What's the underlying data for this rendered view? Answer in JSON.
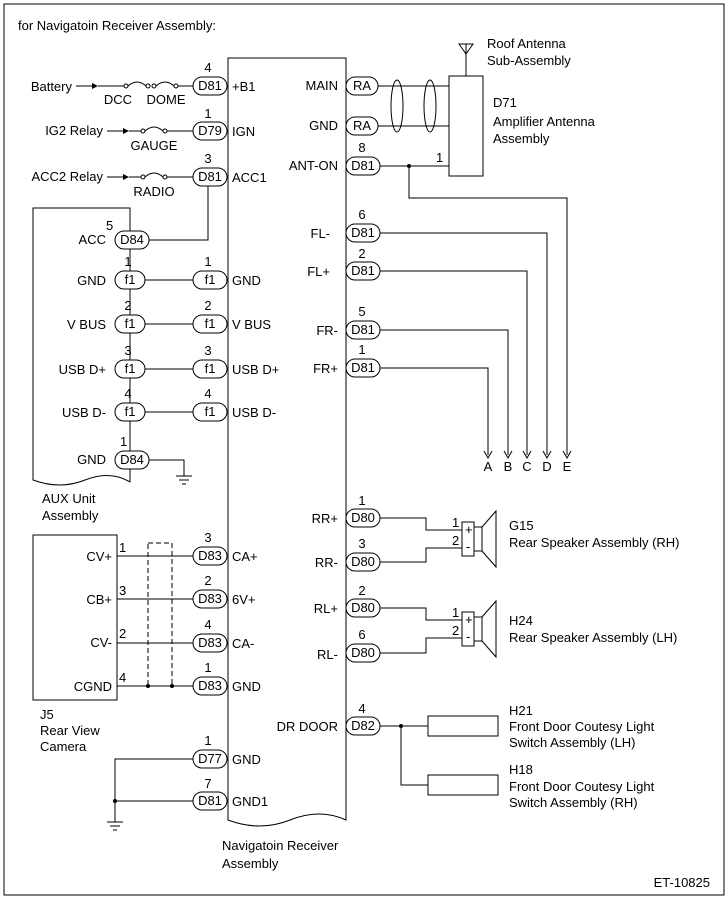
{
  "title": "for Navigatoin Receiver Assembly:",
  "figure_code": "ET-10825",
  "nav": {
    "name_line1": "Navigatoin Receiver",
    "name_line2": "Assembly",
    "left_pins": [
      {
        "conn": "D81",
        "num": "4",
        "label": "+B1"
      },
      {
        "conn": "D79",
        "num": "1",
        "label": "IGN"
      },
      {
        "conn": "D81",
        "num": "3",
        "label": "ACC1"
      },
      {
        "conn": "f1",
        "num": "1",
        "label": "GND"
      },
      {
        "conn": "f1",
        "num": "2",
        "label": "V BUS"
      },
      {
        "conn": "f1",
        "num": "3",
        "label": "USB D+"
      },
      {
        "conn": "f1",
        "num": "4",
        "label": "USB D-"
      },
      {
        "conn": "D83",
        "num": "3",
        "label": "CA+"
      },
      {
        "conn": "D83",
        "num": "2",
        "label": "6V+"
      },
      {
        "conn": "D83",
        "num": "4",
        "label": "CA-"
      },
      {
        "conn": "D83",
        "num": "1",
        "label": "GND"
      },
      {
        "conn": "D77",
        "num": "1",
        "label": "GND"
      },
      {
        "conn": "D81",
        "num": "7",
        "label": "GND1"
      }
    ],
    "right_pins": [
      {
        "conn": "RA",
        "num": "",
        "label": "MAIN"
      },
      {
        "conn": "RA",
        "num": "",
        "label": "GND"
      },
      {
        "conn": "D81",
        "num": "8",
        "label": "ANT-ON"
      },
      {
        "conn": "D81",
        "num": "6",
        "label": "FL-"
      },
      {
        "conn": "D81",
        "num": "2",
        "label": "FL+"
      },
      {
        "conn": "D81",
        "num": "5",
        "label": "FR-"
      },
      {
        "conn": "D81",
        "num": "1",
        "label": "FR+"
      },
      {
        "conn": "D80",
        "num": "1",
        "label": "RR+"
      },
      {
        "conn": "D80",
        "num": "3",
        "label": "RR-"
      },
      {
        "conn": "D80",
        "num": "2",
        "label": "RL+"
      },
      {
        "conn": "D80",
        "num": "6",
        "label": "RL-"
      },
      {
        "conn": "D82",
        "num": "4",
        "label": "DR DOOR"
      }
    ]
  },
  "sources": {
    "battery": "Battery",
    "dcc": "DCC",
    "dome": "DOME",
    "ig2": "IG2 Relay",
    "gauge": "GAUGE",
    "acc2": "ACC2 Relay",
    "radio": "RADIO"
  },
  "aux": {
    "name_line1": "AUX Unit",
    "name_line2": "Assembly",
    "pins": [
      {
        "conn": "D84",
        "num": "5",
        "label": "ACC"
      },
      {
        "conn": "f1",
        "num": "1",
        "label": "GND"
      },
      {
        "conn": "f1",
        "num": "2",
        "label": "V BUS"
      },
      {
        "conn": "f1",
        "num": "3",
        "label": "USB D+"
      },
      {
        "conn": "f1",
        "num": "4",
        "label": "USB D-"
      },
      {
        "conn": "D84",
        "num": "1",
        "label": "GND"
      }
    ]
  },
  "camera": {
    "code": "J5",
    "name_line1": "Rear View",
    "name_line2": "Camera",
    "pins": [
      {
        "num": "1",
        "label": "CV+"
      },
      {
        "num": "3",
        "label": "CB+"
      },
      {
        "num": "2",
        "label": "CV-"
      },
      {
        "num": "4",
        "label": "CGND"
      }
    ]
  },
  "antenna": {
    "name_line1": "Roof Antenna",
    "name_line2": "Sub-Assembly",
    "code": "D71",
    "amp_line1": "Amplifier Antenna",
    "amp_line2": "Assembly",
    "pin": "1"
  },
  "bus_letters": [
    "A",
    "B",
    "C",
    "D",
    "E"
  ],
  "speakers": [
    {
      "code": "G15",
      "name": "Rear Speaker Assembly (RH)",
      "pin_plus": "1",
      "pin_minus": "2",
      "sym_plus": "+",
      "sym_minus": "-"
    },
    {
      "code": "H24",
      "name": "Rear Speaker Assembly (LH)",
      "pin_plus": "1",
      "pin_minus": "2",
      "sym_plus": "+",
      "sym_minus": "-"
    }
  ],
  "door_switches": [
    {
      "code": "H21",
      "line1": "Front Door Coutesy Light",
      "line2": "Switch Assembly (LH)"
    },
    {
      "code": "H18",
      "line1": "Front Door Coutesy Light",
      "line2": "Switch Assembly (RH)"
    }
  ]
}
